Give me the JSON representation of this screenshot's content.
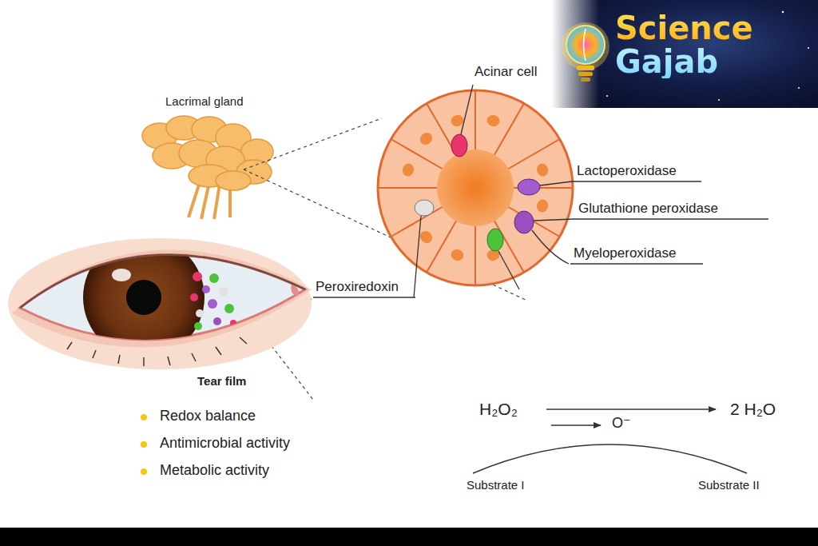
{
  "diagram": {
    "nodes": [
      {
        "text": [
          "Science Gajab"
        ]
      }
    ],
    "labels": [
      "Lacrimal gland",
      "Acinar cell",
      "Lactoperoxidase",
      "Glutathione peroxidase",
      "Myeloperoxidase",
      "Peroxiredoxin",
      "Tear film",
      "Redox balance",
      "Antimicrobial activity",
      "Metabolic activity",
      "H₂O₂",
      "2 H₂O",
      "O⁻",
      "Substrate I",
      "Substrate II"
    ]
  }
}
